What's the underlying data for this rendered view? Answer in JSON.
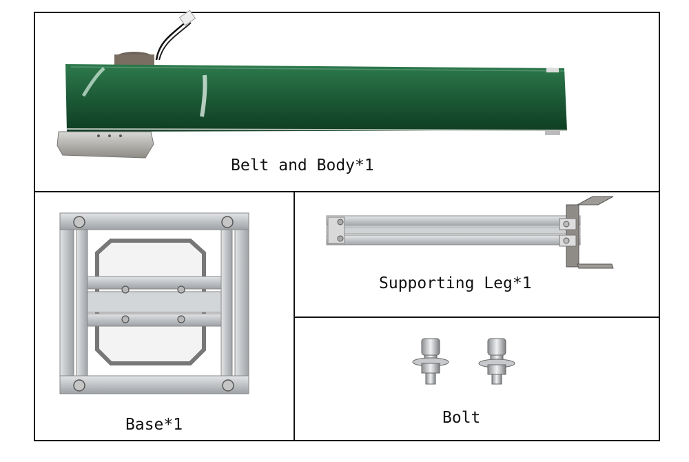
{
  "panels": {
    "belt": {
      "label": "Belt and Body*1"
    },
    "base": {
      "label": "Base*1"
    },
    "leg": {
      "label": "Supporting Leg*1"
    },
    "bolt": {
      "label": "Bolt"
    }
  },
  "colors": {
    "belt_green": "#1f5f3a",
    "aluminum": "#c9ccd0",
    "border": "#111111"
  }
}
